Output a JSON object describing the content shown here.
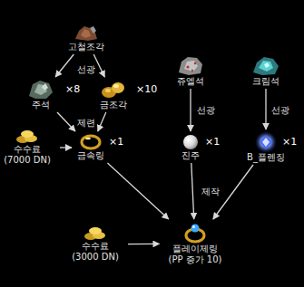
{
  "diagram": {
    "nodes": [
      {
        "text": [
          "고철조각"
        ]
      },
      {
        "text": [
          "쥬엘석"
        ]
      },
      {
        "text": [
          "크림석"
        ]
      },
      {
        "text": [
          "주석",
          "×8"
        ]
      },
      {
        "text": [
          "금조각",
          "×10"
        ]
      },
      {
        "text": [
          "수수료 (7000 DN)"
        ]
      },
      {
        "text": [
          "금속링",
          "×1"
        ]
      },
      {
        "text": [
          "진주",
          "×1"
        ]
      },
      {
        "text": [
          "B_플렌징",
          "×1"
        ]
      },
      {
        "text": [
          "수수료 (3000 DN)"
        ]
      },
      {
        "text": [
          "플레이제링 (PP 증가 10)"
        ]
      }
    ],
    "edges": [
      {
        "from": 0,
        "to": 3,
        "label": "선광",
        "arrow": "to"
      },
      {
        "from": 0,
        "to": 4,
        "arrow": "to"
      },
      {
        "from": 3,
        "to": 6,
        "label": "제련",
        "arrow": "to"
      },
      {
        "from": 4,
        "to": 6,
        "arrow": "to"
      },
      {
        "from": 5,
        "to": 6,
        "arrow": "to"
      },
      {
        "from": 1,
        "to": 7,
        "label": "선광",
        "arrow": "to"
      },
      {
        "from": 2,
        "to": 8,
        "label": "선광",
        "arrow": "to"
      },
      {
        "from": 7,
        "to": 10,
        "label": "제작",
        "arrow": "to"
      },
      {
        "from": 6,
        "to": 10,
        "arrow": "to"
      },
      {
        "from": 8,
        "to": 10,
        "arrow": "to"
      },
      {
        "from": 9,
        "to": 10,
        "arrow": "to"
      }
    ]
  }
}
